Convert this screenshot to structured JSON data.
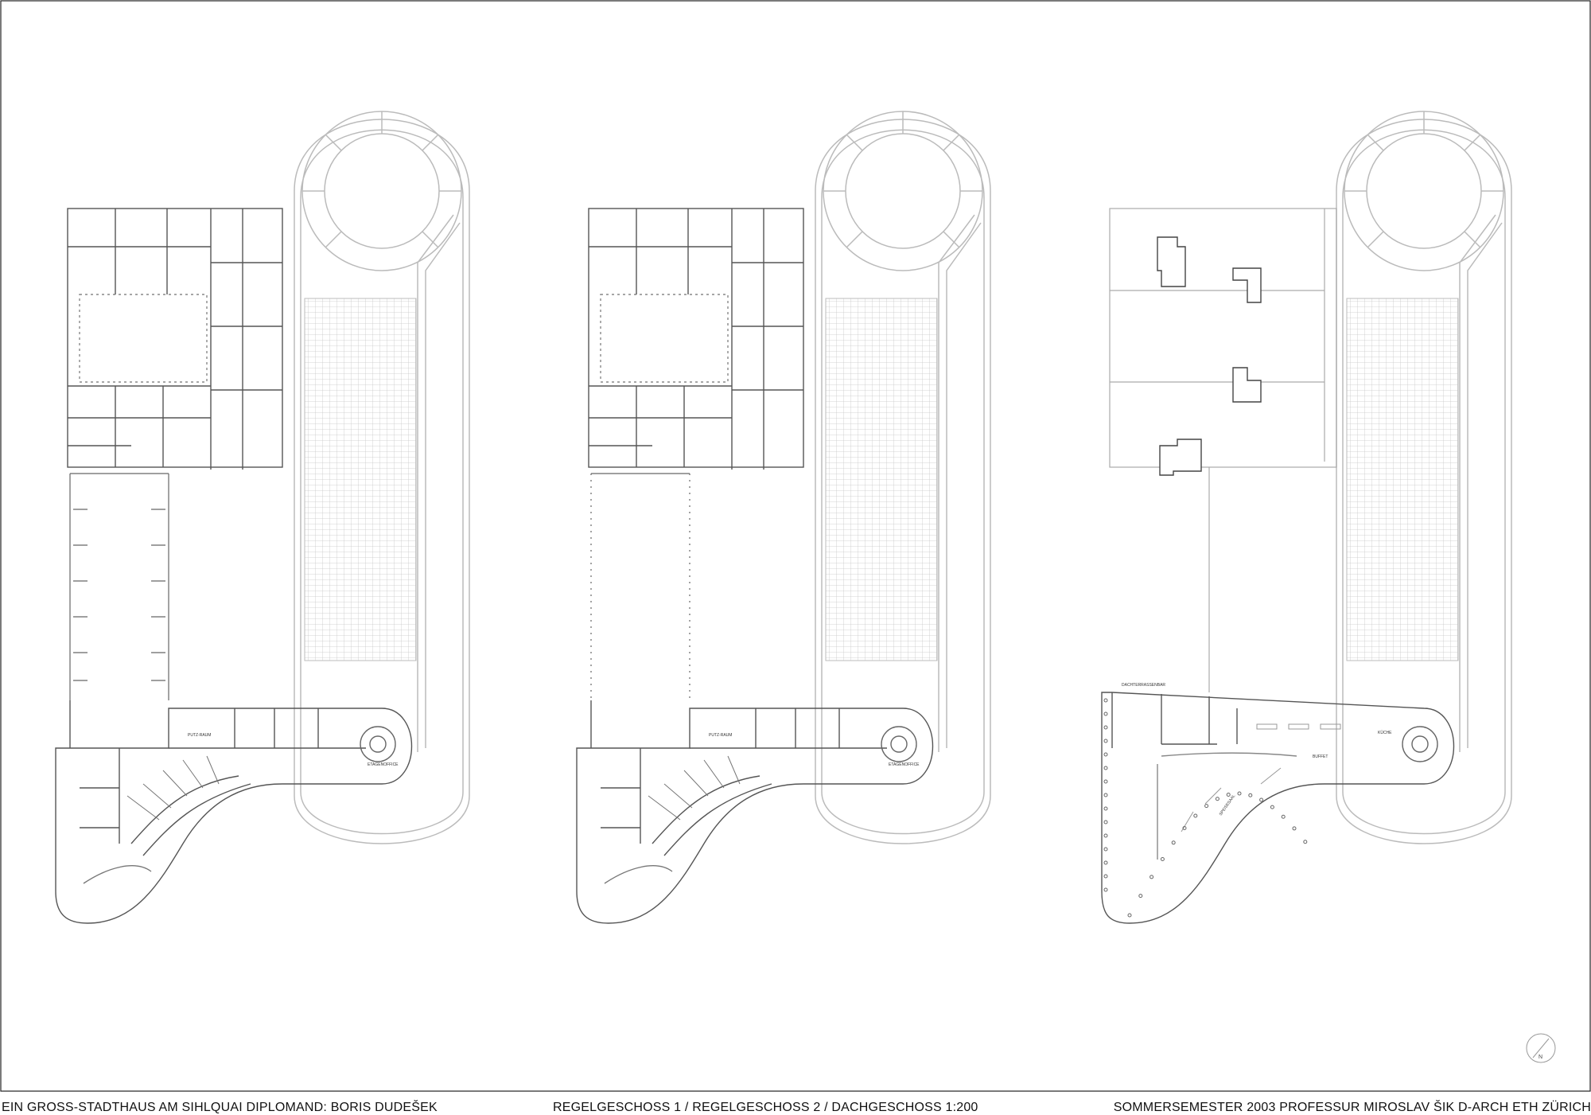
{
  "sheet": {
    "footer_left": "EIN GROSS-STADTHAUS AM SIHLQUAI   DIPLOMAND: BORIS DUDEŠEK",
    "footer_center": "REGELGESCHOSS 1 / REGELGESCHOSS 2 / DACHGESCHOSS 1:200",
    "footer_right": "SOMMERSEMESTER 2003    PROFESSUR MIROSLAV ŠIK    D-ARCH ETH ZÜRICH"
  },
  "plans": [
    {
      "id": "regelgeschoss-1",
      "labels": {
        "putzraum": "PUTZ-RAUM",
        "etagenoffice": "ETAGENOFFICE"
      }
    },
    {
      "id": "regelgeschoss-2",
      "labels": {
        "putzraum": "PUTZ-RAUM",
        "etagenoffice": "ETAGENOFFICE"
      }
    },
    {
      "id": "dachgeschoss",
      "labels": {
        "dachterrassenbar": "DACHTERRASSENBAR",
        "kueche": "KÜCHE",
        "buffet": "BUFFET",
        "speisesaal": "SPEISESAAL"
      }
    }
  ],
  "north_arrow": {
    "letter": "N"
  },
  "colors": {
    "line": "#444444",
    "faint": "#bbbbbb",
    "grid": "#cccccc"
  }
}
